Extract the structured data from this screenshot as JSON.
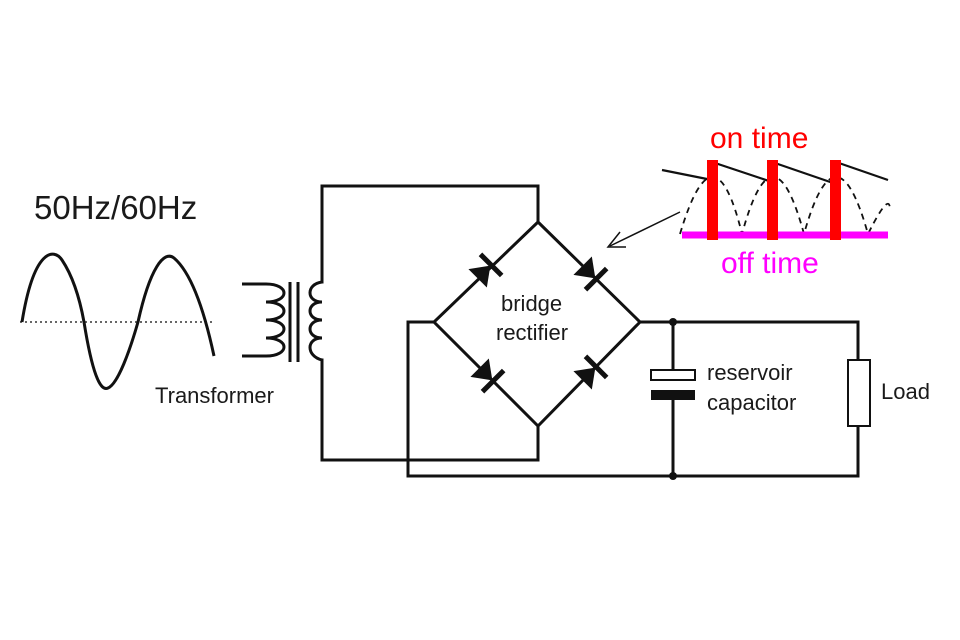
{
  "labels": {
    "frequency": "50Hz/60Hz",
    "transformer": "Transformer",
    "bridge_line1": "bridge",
    "bridge_line2": "rectifier",
    "capacitor_line1": "reservoir",
    "capacitor_line2": "capacitor",
    "load": "Load",
    "on_time": "on time",
    "off_time": "off time"
  },
  "colors": {
    "on_time": "#ff0000",
    "off_time": "#ff00ff",
    "wire": "#111111",
    "background": "#ffffff"
  },
  "icons": {
    "ac_source": "sine-wave-icon",
    "transformer": "transformer-icon",
    "diode": "diode-icon",
    "capacitor": "capacitor-icon",
    "load": "resistor-icon"
  }
}
